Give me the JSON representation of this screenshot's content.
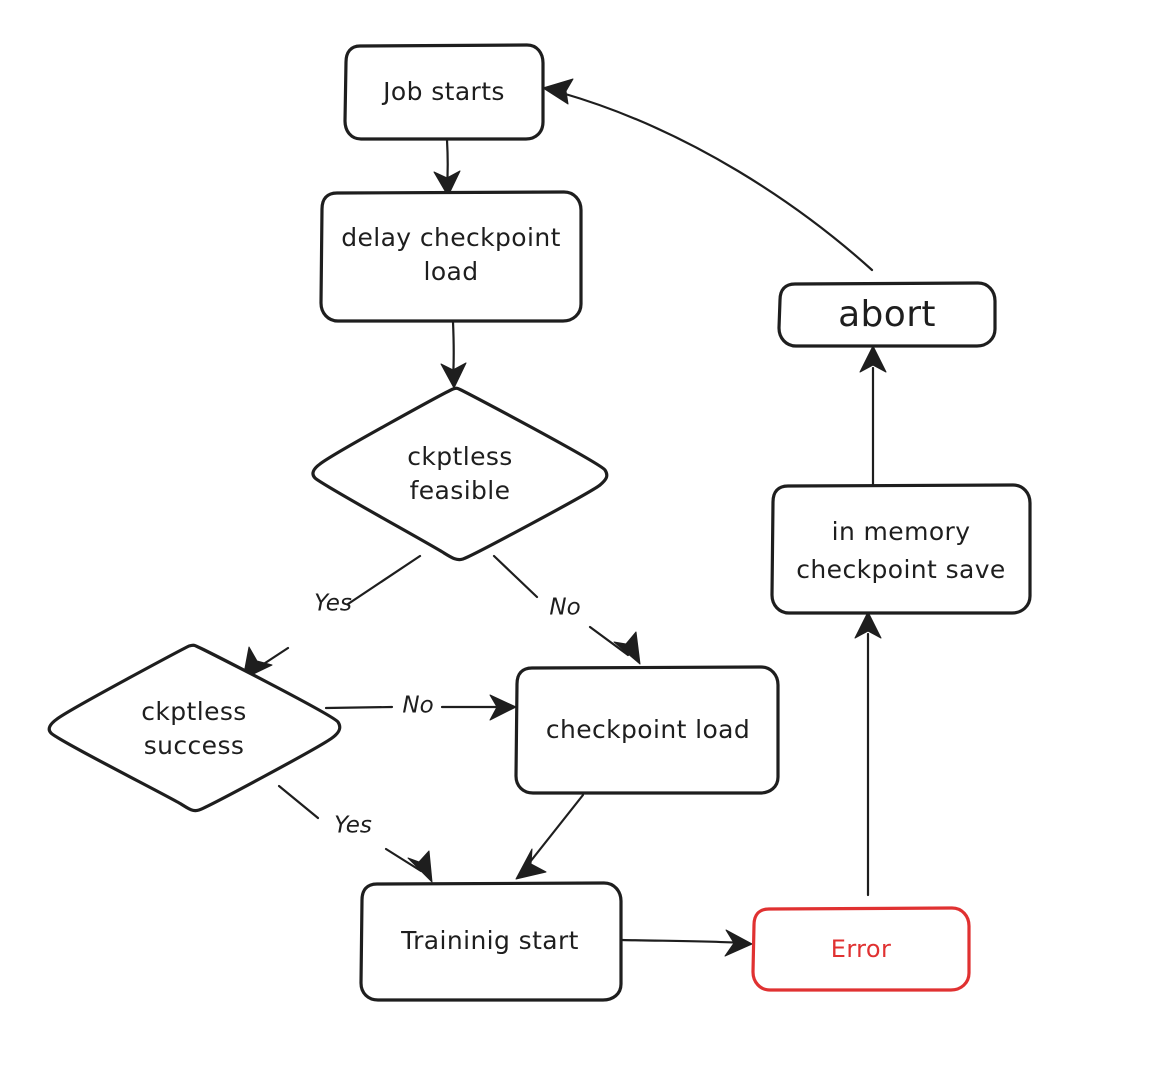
{
  "diagram": {
    "title": "checkpointless training job flowchart",
    "style": "hand-drawn",
    "background_color": "#ffffff",
    "default_stroke_color": "#1e1e1e",
    "accent_color": "#e03131"
  },
  "nodes": {
    "job_starts": {
      "label": "Job starts",
      "shape": "rounded-rect",
      "color": "#1e1e1e"
    },
    "delay_checkpoint_load": {
      "label_line1": "delay checkpoint",
      "label_line2": "load",
      "shape": "rounded-rect",
      "color": "#1e1e1e"
    },
    "ckptless_feasible": {
      "label_line1": "ckptless",
      "label_line2": "feasible",
      "shape": "diamond",
      "color": "#1e1e1e"
    },
    "ckptless_success": {
      "label_line1": "ckptless",
      "label_line2": "success",
      "shape": "diamond",
      "color": "#1e1e1e"
    },
    "checkpoint_load": {
      "label": "checkpoint load",
      "shape": "rounded-rect",
      "color": "#1e1e1e"
    },
    "training_start": {
      "label": "Traininig start",
      "shape": "rounded-rect",
      "color": "#1e1e1e"
    },
    "error": {
      "label": "Error",
      "shape": "rounded-rect",
      "color": "#e03131"
    },
    "in_memory_checkpoint_save": {
      "label_line1": "in memory",
      "label_line2": "checkpoint save",
      "shape": "rounded-rect",
      "color": "#1e1e1e"
    },
    "abort": {
      "label": "abort",
      "shape": "rounded-rect",
      "color": "#1e1e1e"
    }
  },
  "edges": [
    {
      "from": "job_starts",
      "to": "delay_checkpoint_load",
      "label": ""
    },
    {
      "from": "delay_checkpoint_load",
      "to": "ckptless_feasible",
      "label": ""
    },
    {
      "from": "ckptless_feasible",
      "to": "ckptless_success",
      "label": "Yes"
    },
    {
      "from": "ckptless_feasible",
      "to": "checkpoint_load",
      "label": "No"
    },
    {
      "from": "ckptless_success",
      "to": "checkpoint_load",
      "label": "No"
    },
    {
      "from": "ckptless_success",
      "to": "training_start",
      "label": "Yes"
    },
    {
      "from": "checkpoint_load",
      "to": "training_start",
      "label": ""
    },
    {
      "from": "training_start",
      "to": "error",
      "label": ""
    },
    {
      "from": "error",
      "to": "in_memory_checkpoint_save",
      "label": ""
    },
    {
      "from": "in_memory_checkpoint_save",
      "to": "abort",
      "label": ""
    },
    {
      "from": "abort",
      "to": "job_starts",
      "label": ""
    }
  ],
  "edge_labels": {
    "feasible_yes": "Yes",
    "feasible_no": "No",
    "success_no": "No",
    "success_yes": "Yes"
  }
}
